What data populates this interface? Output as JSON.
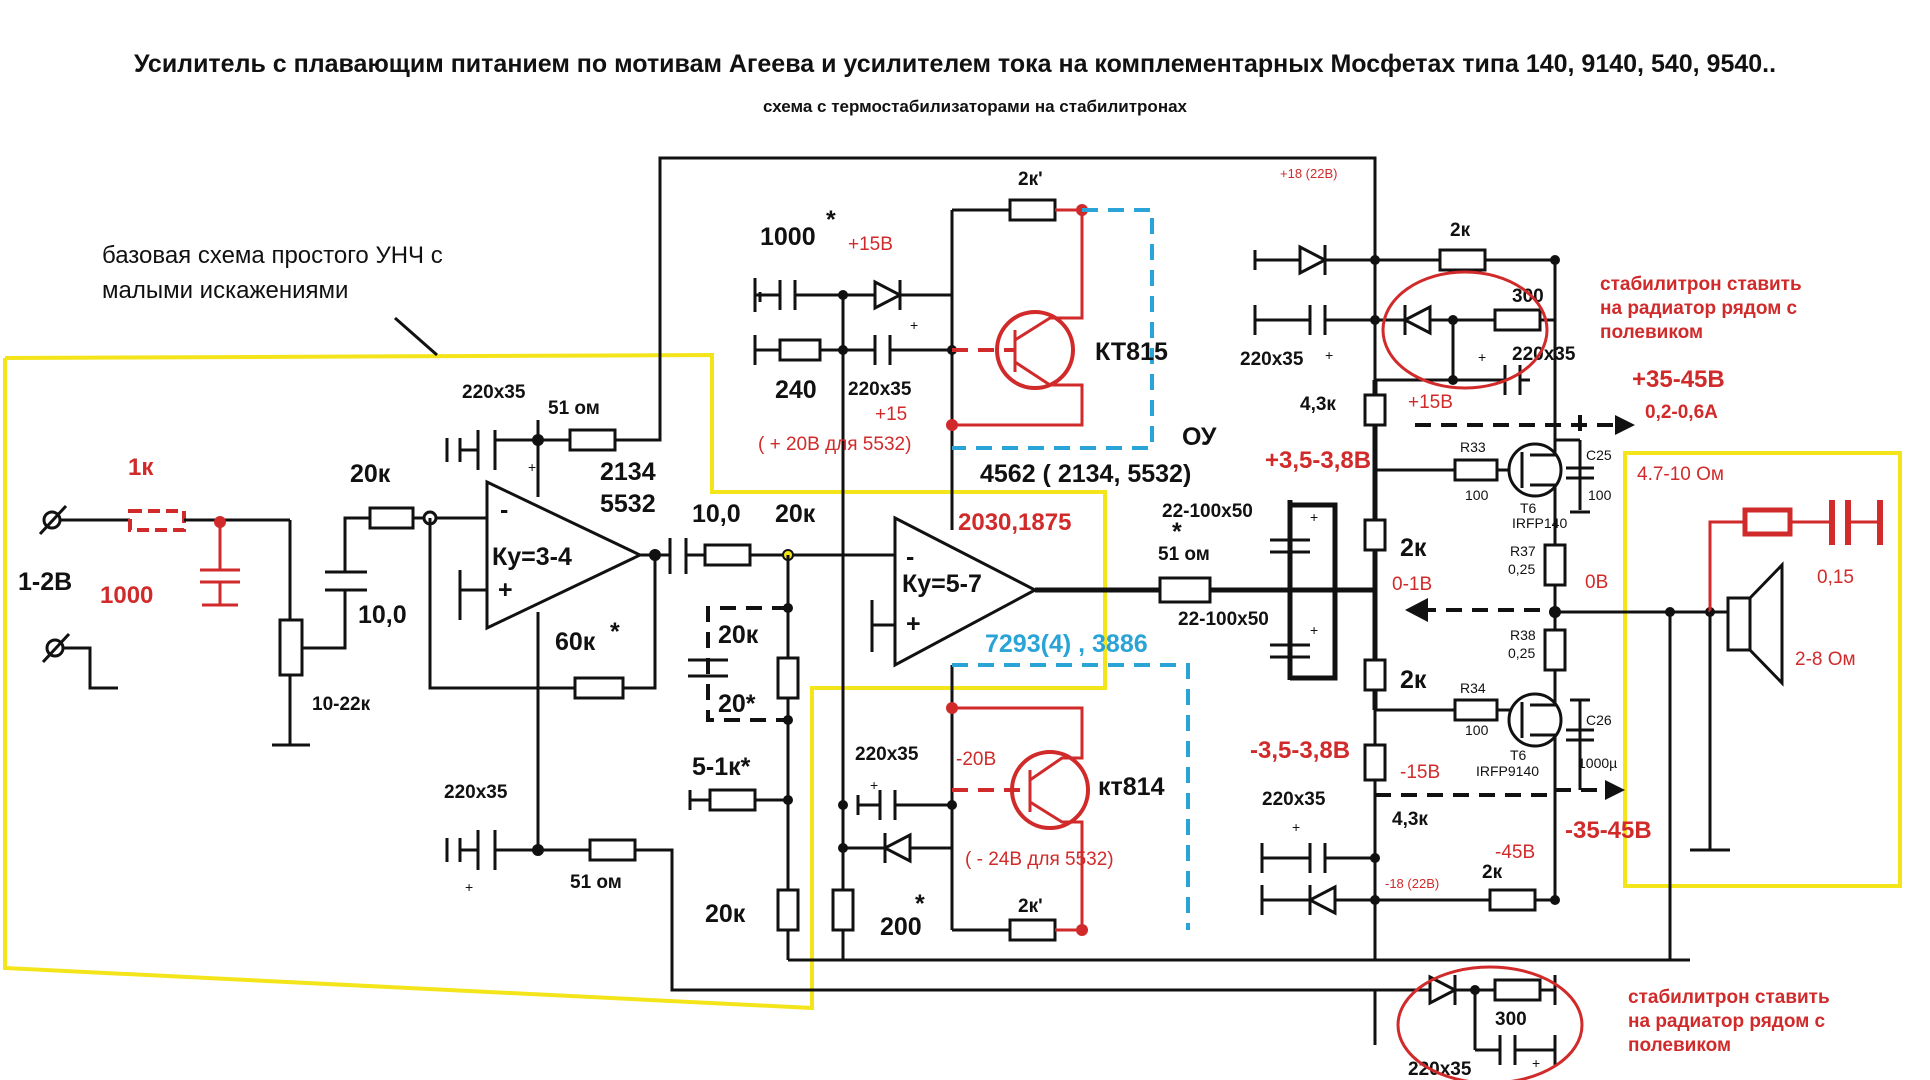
{
  "title": "Усилитель  с плавающим питанием по мотивам  Агеева  и усилителем тока   на комплементарных Мосфетах типа 140, 9140, 540, 9540..",
  "subtitle": "схема с термостабилизаторами на стабилитронах",
  "notes": {
    "base_line1": "базовая схема простого УНЧ с",
    "base_line2": "малыми искажениями",
    "zener_top_1": "стабилитрон ставить",
    "zener_top_2": "на радиатор рядом с",
    "zener_top_3": "полевиком",
    "zener_bot_1": "стабилитрон ставить",
    "zener_bot_2": "на радиатор рядом с",
    "zener_bot_3": "полевиком"
  },
  "labels": {
    "in_r_1k": "1к",
    "in_c_1000": "1000",
    "in_v": "1-2В",
    "r_20k_in": "20к",
    "c_10_in": "10,0",
    "pot": "10-22к",
    "c_220x35_tl": "220х35",
    "r_51_t": "51 ом",
    "op1_part_a": "2134",
    "op1_part_b": "5532",
    "op1_gain": "Ку=3-4",
    "op1_minus": "-",
    "op1_plus": "+",
    "r_60k": "60к",
    "star": "*",
    "c_220x35_bl": "220х35",
    "r_51_b": "51 ом",
    "plus_sign": "+",
    "c_10_mid": "10,0",
    "r_20k_mid": "20к",
    "r_20k_ff": "20к",
    "c_20": "20*",
    "r_5_1k": "5-1к*",
    "r_20k_bot": "20к",
    "c_1000_top": "1000",
    "v_p15": "+15В",
    "r_240": "240",
    "c_220x35_mid": "220х35",
    "v_p15b": "+15",
    "v_p20_5532": "( + 20В для 5532)",
    "r_2k_top": "2к'",
    "q_kt815": "КТ815",
    "op_label": "ОУ",
    "op_parts": "4562 ( 2134, 5532)",
    "op2_red": "2030,1875",
    "op2_gain": "Ку=5-7",
    "op2_blue": "7293(4) , 3886",
    "c_220x35_m2": "220х35",
    "v_m20": "-20В",
    "q_kt814": "кт814",
    "v_m24_5532": "( - 24В для 5532)",
    "r_200": "200",
    "r_2k_bot": "2к'",
    "v_p18": "+18  (22В)",
    "r_2k_rt": "2к",
    "r_300_t": "300",
    "c_220x35_rt1": "220х35",
    "c_220x35_rt2": "220х35",
    "r_43k_t": "4,3к",
    "v_p15r": "+15В",
    "v_p35_45": "+35-45В",
    "i_02_06": "0,2-0,6А",
    "v_p35_38": "+3,5-3,8В",
    "r33": "R33",
    "r33v": "100",
    "q_t6_top": "T6",
    "q_irfp140": "IRFP140",
    "c25": "C25",
    "c25v": "100",
    "r37": "R37",
    "r37v": "0,25",
    "v_0": "0В",
    "r38": "R38",
    "r38v": "0,25",
    "r34": "R34",
    "r34v": "100",
    "q_t6_bot": "T6",
    "q_irfp9140": "IRFP9140",
    "c26": "C26",
    "c26v": "1000µ",
    "c_22_100_t": "22-100х50",
    "r_51_out": "51 ом",
    "c_22_100_b": "22-100х50",
    "r_2k_bias_t": "2к",
    "v_0_1": "0-1В",
    "r_2k_bias_b": "2к",
    "v_m35_38": "-3,5-3,8В",
    "v_m15": "-15В",
    "r_43k_b": "4,3к",
    "c_220x35_rb": "220х35",
    "v_m45": "-45В",
    "v_m18": "-18  (22В)",
    "r_2k_rb": "2к",
    "v_m35_45": "-35-45В",
    "zobel_r": "4.7-10 Ом",
    "zobel_c": "0,15",
    "spk": "2-8 Ом",
    "r_300_b": "300",
    "c_220x35_b": "220х35"
  }
}
